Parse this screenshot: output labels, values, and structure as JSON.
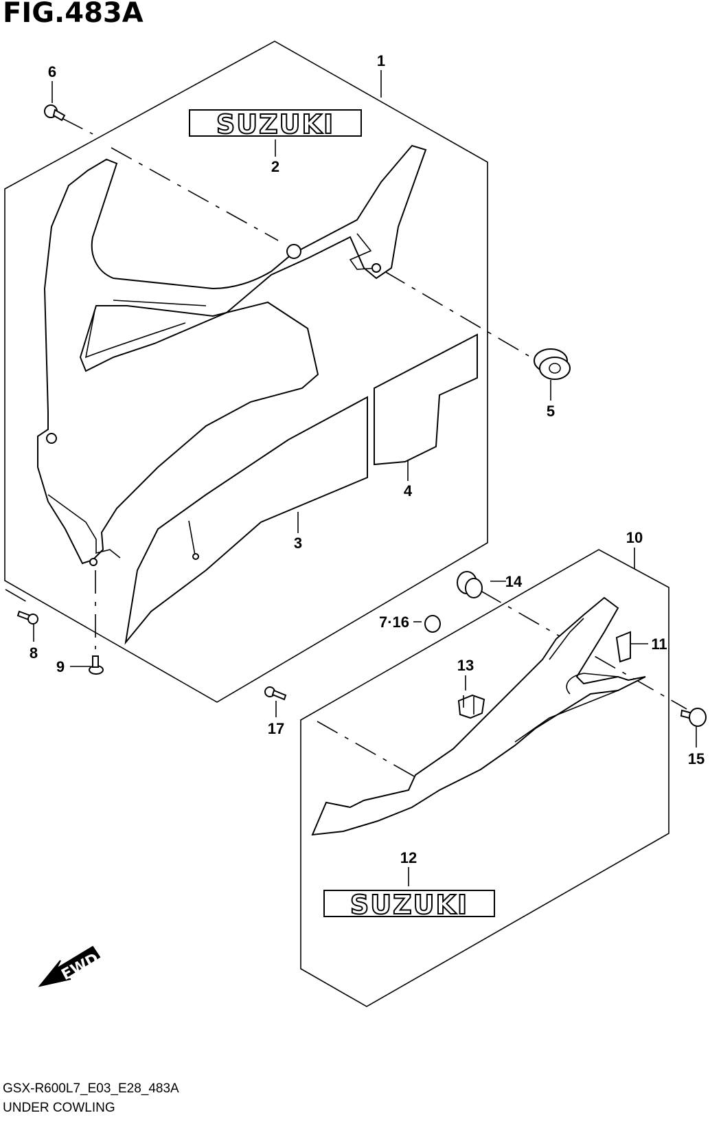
{
  "figure": {
    "title": "FIG.483A",
    "model_code": "GSX-R600L7_E03_E28_483A",
    "caption": "UNDER COWLING",
    "direction_label": "FWD"
  },
  "emblems": [
    {
      "part": "2",
      "text": "SUZUKI"
    },
    {
      "part": "12",
      "text": "SUZUKI"
    }
  ],
  "callouts": [
    "1",
    "2",
    "3",
    "4",
    "5",
    "6",
    "7·16",
    "8",
    "9",
    "10",
    "11",
    "12",
    "13",
    "14",
    "15",
    "17"
  ]
}
